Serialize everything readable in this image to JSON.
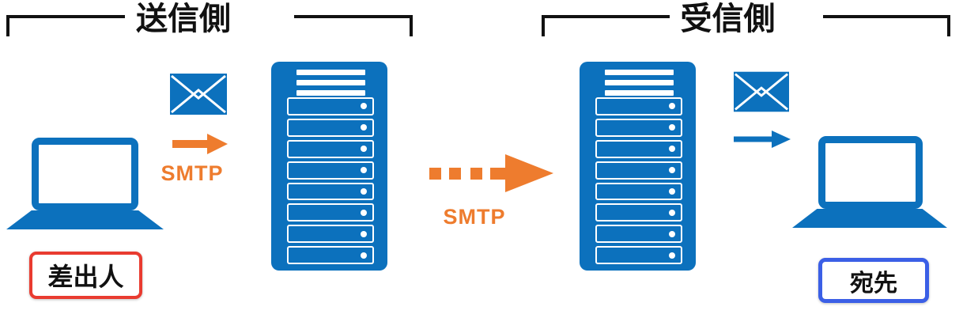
{
  "colors": {
    "blue": "#0C71BD",
    "orange": "#EE7C2E",
    "red": "#E93B30",
    "indigo": "#3B5FE6",
    "ink": "#111111"
  },
  "sections": {
    "sending_label": "送信側",
    "receiving_label": "受信側"
  },
  "nodes": {
    "sender_label": "差出人",
    "recipient_label": "宛先"
  },
  "flows": {
    "client_to_server_protocol": "SMTP",
    "server_to_server_protocol": "SMTP"
  },
  "server": {
    "unit_count": 8,
    "vent_line_count": 3
  },
  "icons": {
    "sender_client": "laptop",
    "outgoing_mail": "envelope",
    "sending_server": "mail-server",
    "receiving_server": "mail-server",
    "incoming_mail": "envelope",
    "recipient_client": "laptop"
  }
}
